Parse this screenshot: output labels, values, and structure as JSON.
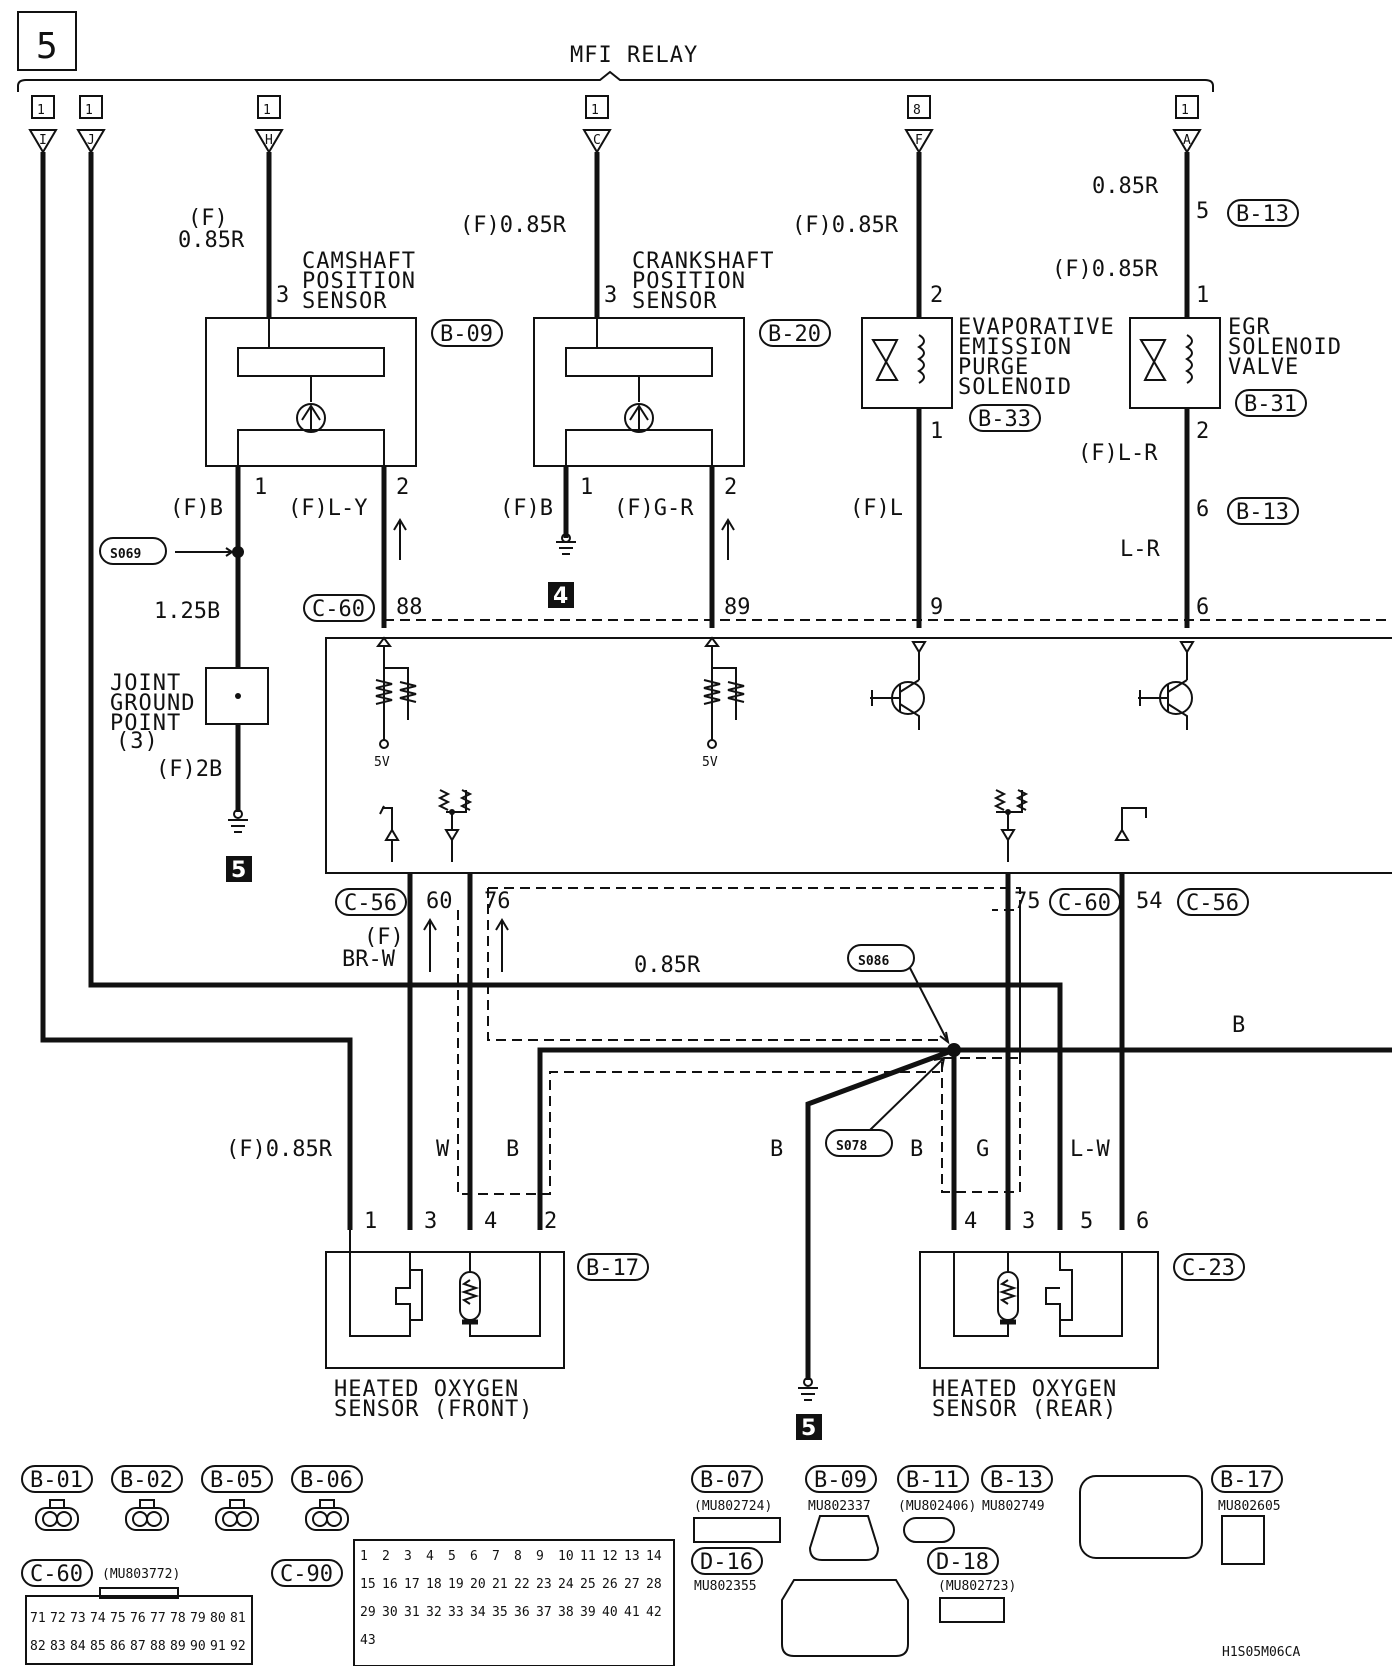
{
  "page_number": "5",
  "mfi_relay": "MFI RELAY",
  "relay_terminals": [
    {
      "pin": "1",
      "letter": "I"
    },
    {
      "pin": "1",
      "letter": "J"
    },
    {
      "pin": "1",
      "letter": "H"
    },
    {
      "pin": "1",
      "letter": "C"
    },
    {
      "pin": "8",
      "letter": "F"
    },
    {
      "pin": "1",
      "letter": "A"
    }
  ],
  "wires": {
    "cam_top": "(F)\n0.85R",
    "cam_top_a": "(F)",
    "cam_top_b": "0.85R",
    "crank_top": "(F)0.85R",
    "evap_top": "(F)0.85R",
    "egr_top1": "0.85R",
    "egr_top2": "(F)0.85R",
    "cam_1": "(F)B",
    "cam_2": "(F)L-Y",
    "crank_1": "(F)B",
    "crank_2": "(F)G-R",
    "evap_1": "(F)L",
    "egr_2": "(F)L-R",
    "egr_6": "L-R",
    "ground_125": "1.25B",
    "ground_2b": "(F)2B",
    "front_brw_a": "(F)",
    "front_brw_b": "BR-W",
    "mid_085r": "0.85R",
    "right_b": "B",
    "front_1": "(F)0.85R",
    "front_3": "W",
    "front_4": "B",
    "s078_b": "B",
    "rear_4": "B",
    "rear_3": "G",
    "rear_5": "L-W"
  },
  "components": {
    "cam": {
      "l1": "CAMSHAFT",
      "l2": "POSITION",
      "l3": "SENSOR",
      "conn": "B-09"
    },
    "crank": {
      "l1": "CRANKSHAFT",
      "l2": "POSITION",
      "l3": "SENSOR",
      "conn": "B-20"
    },
    "evap": {
      "l1": "EVAPORATIVE",
      "l2": "EMISSION",
      "l3": "PURGE",
      "l4": "SOLENOID",
      "conn": "B-33"
    },
    "egr": {
      "l1": "EGR",
      "l2": "SOLENOID",
      "l3": "VALVE",
      "conn": "B-31"
    },
    "joint": {
      "l1": "JOINT",
      "l2": "GROUND",
      "l3": "POINT",
      "l4": "(3)"
    },
    "ho2_front": {
      "l1": "HEATED OXYGEN",
      "l2": "SENSOR (FRONT)",
      "conn": "B-17"
    },
    "ho2_rear": {
      "l1": "HEATED OXYGEN",
      "l2": "SENSOR (REAR)",
      "conn": "C-23"
    }
  },
  "connectors": {
    "b13a": "B-13",
    "b13b": "B-13",
    "c60a": "C-60",
    "c60b": "C-60",
    "c56a": "C-56",
    "c56b": "C-56"
  },
  "splices": {
    "s069": "S069",
    "s086": "S086",
    "s078": "S078"
  },
  "pins": {
    "cam3": "3",
    "cam1": "1",
    "cam2": "2",
    "crank3": "3",
    "crank1": "1",
    "crank2": "2",
    "evap2": "2",
    "evap1": "1",
    "egr5": "5",
    "egr1": "1",
    "egr2": "2",
    "egr6": "6",
    "ecu88": "88",
    "ecu89": "89",
    "ecu9": "9",
    "ecu6": "6",
    "ecu60": "60",
    "ecu76": "76",
    "ecu75": "75",
    "ecu54": "54",
    "f1": "1",
    "f3": "3",
    "f4": "4",
    "f2": "2",
    "r4": "4",
    "r3": "3",
    "r5": "5",
    "r6": "6"
  },
  "ref_marks": {
    "m4": "4",
    "m5a": "5",
    "m5b": "5"
  },
  "five_v": "5V",
  "connector_views": [
    {
      "id": "B-01"
    },
    {
      "id": "B-02"
    },
    {
      "id": "B-05"
    },
    {
      "id": "B-06"
    },
    {
      "id": "B-07",
      "part": "(MU802724)"
    },
    {
      "id": "B-09",
      "part": "MU802337"
    },
    {
      "id": "B-11",
      "part": "(MU802406)"
    },
    {
      "id": "B-13",
      "part": "MU802749"
    },
    {
      "id": "B-17",
      "part": "MU802605"
    },
    {
      "id": "C-60",
      "part": "(MU803772)"
    },
    {
      "id": "C-90"
    },
    {
      "id": "D-16",
      "part": "MU802355"
    },
    {
      "id": "D-18",
      "part": "(MU802723)"
    }
  ],
  "c60_pins_row1": [
    "71",
    "72",
    "73",
    "74",
    "75",
    "76",
    "77",
    "78",
    "79",
    "80",
    "81"
  ],
  "c60_pins_row2": [
    "82",
    "83",
    "84",
    "85",
    "86",
    "87",
    "88",
    "89",
    "90",
    "91",
    "92"
  ],
  "c90_pins": [
    "1",
    "2",
    "3",
    "4",
    "5",
    "6",
    "7",
    "8",
    "9",
    "10",
    "11",
    "12",
    "13",
    "14",
    "15",
    "16",
    "17",
    "18",
    "19",
    "20",
    "21",
    "22",
    "23",
    "24",
    "25",
    "26",
    "27",
    "28",
    "29",
    "30",
    "31",
    "32",
    "33",
    "34",
    "35",
    "36",
    "37",
    "38",
    "39",
    "40",
    "41",
    "42",
    "43"
  ],
  "figure_code": "H1S05M06CA"
}
